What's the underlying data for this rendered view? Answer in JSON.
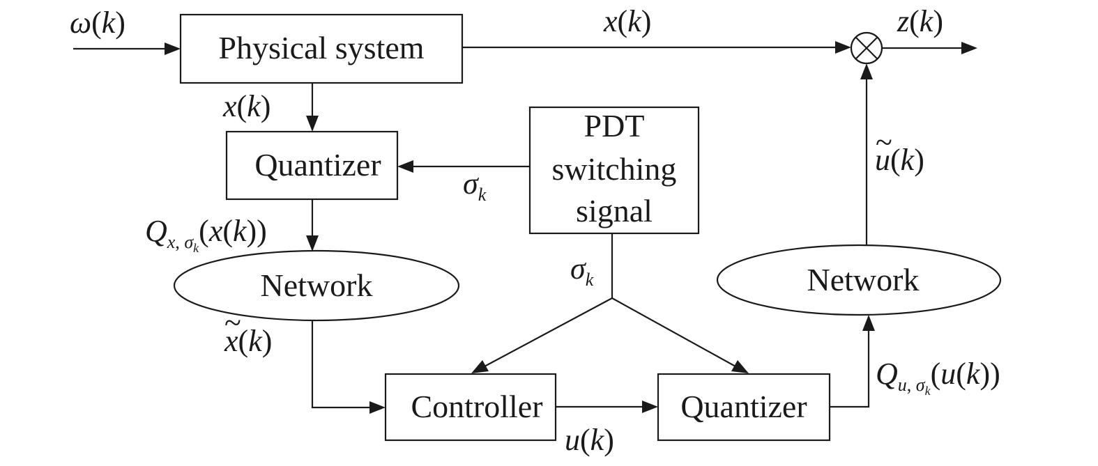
{
  "blocks": {
    "physical_system": "Physical system",
    "quantizer_top": "Quantizer",
    "pdt_line1": "PDT",
    "pdt_line2": "switching",
    "pdt_line3": "signal",
    "network_left": "Network",
    "network_right": "Network",
    "controller": "Controller",
    "quantizer_bottom": "Quantizer"
  },
  "signals": {
    "disturbance_symbol": "ω",
    "state_symbol": "x",
    "output_symbol": "z",
    "control_symbol": "u",
    "index": "k",
    "sigma": "σ",
    "quantizer_output_symbol": "Q",
    "tilde": "~"
  }
}
